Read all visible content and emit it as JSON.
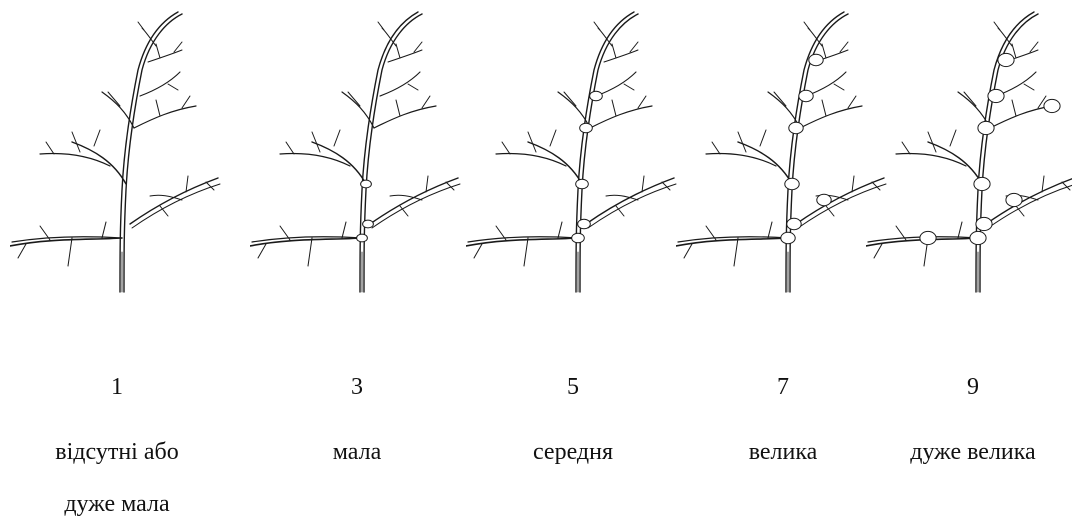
{
  "scale_items": [
    {
      "score": "1",
      "label": "відсутні або\nдуже мала",
      "node_level": 0
    },
    {
      "score": "3",
      "label": "мала",
      "node_level": 1
    },
    {
      "score": "5",
      "label": "середня",
      "node_level": 2
    },
    {
      "score": "7",
      "label": "велика",
      "node_level": 3
    },
    {
      "score": "9",
      "label": "дуже велика",
      "node_level": 4
    }
  ]
}
